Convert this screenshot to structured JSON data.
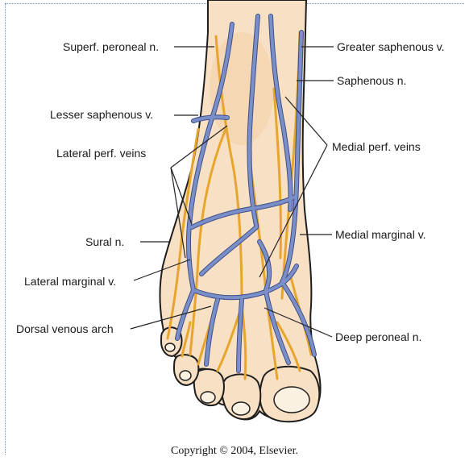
{
  "labels": {
    "superf_peroneal": "Superf. peroneal n.",
    "greater_saphenous": "Greater saphenous v.",
    "saphenous_n": "Saphenous n.",
    "lesser_saphenous": "Lesser saphenous v.",
    "lateral_perf": "Lateral perf. veins",
    "medial_perf": "Medial perf. veins",
    "sural": "Sural n.",
    "medial_marginal": "Medial marginal v.",
    "lateral_marginal": "Lateral marginal v.",
    "dorsal_arch": "Dorsal venous arch",
    "deep_peroneal": "Deep peroneal n."
  },
  "copyright": "Copyright © 2004, Elsevier.",
  "colors": {
    "skin": "#f8e0c4",
    "skin_edge": "#1e1e1e",
    "vein": "#7a8fc8",
    "vein_edge": "#3e4f8a",
    "nerve": "#e8a52c",
    "leader": "#222222"
  }
}
